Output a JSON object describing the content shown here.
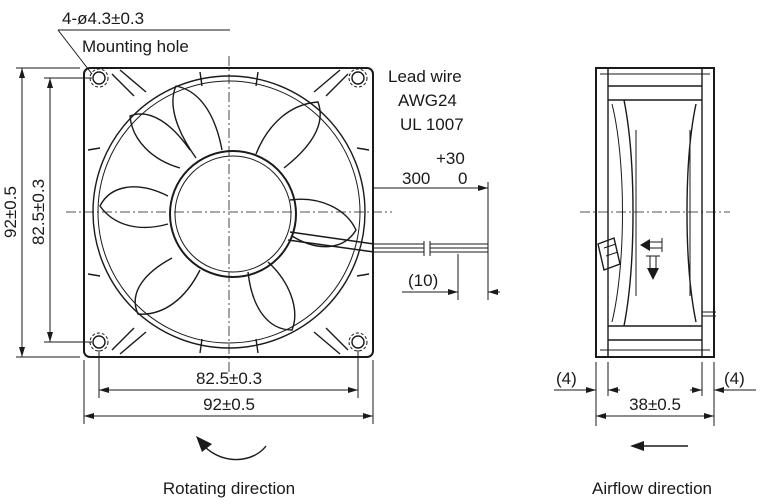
{
  "labels": {
    "hole_spec": "4-ø4.3±0.3",
    "mounting_hole": "Mounting hole",
    "lead_wire_1": "Lead wire",
    "lead_wire_2": "AWG24",
    "lead_wire_3": "UL 1007",
    "wire_tol_plus": "+30",
    "wire_length": "300",
    "wire_tol_minus": "0",
    "strip_length": "(10)",
    "hole_pitch_vertical": "82.5±0.3",
    "outer_vertical": "92±0.5",
    "hole_pitch_horizontal": "82.5±0.3",
    "outer_horizontal": "92±0.5",
    "side_left_offset": "(4)",
    "side_right_offset": "(4)",
    "depth": "38±0.5",
    "rotating_direction": "Rotating direction",
    "airflow_direction": "Airflow direction"
  }
}
